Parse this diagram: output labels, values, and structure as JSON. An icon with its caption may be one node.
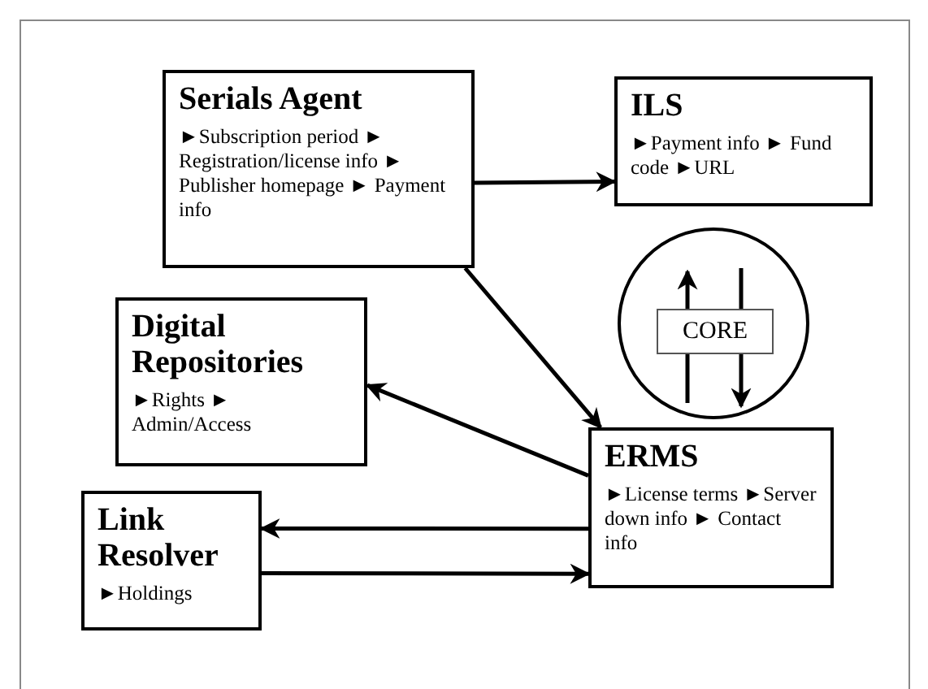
{
  "diagram": {
    "nodes": [
      {
        "text": [
          "Serials Agent",
          "►Subscription period ► Registration/license info ► Publisher homepage ► Payment info"
        ]
      },
      {
        "text": [
          "ILS",
          "►Payment info ► Fund code ►URL"
        ]
      },
      {
        "text": [],
        "shape": "circle"
      },
      {
        "text": [
          "CORE"
        ],
        "in": 2
      },
      {
        "text": [
          "Digital Repositories",
          "►Rights ► Admin/Access"
        ]
      },
      {
        "text": [
          "ERMS",
          "►License terms ►Server down info ► Contact info"
        ]
      },
      {
        "text": [
          "Link Resolver",
          "►Holdings"
        ]
      }
    ],
    "edges": [
      {
        "from": 0,
        "to": 1,
        "arrow": "to"
      },
      {
        "from": 0,
        "to": 5,
        "arrow": "to"
      },
      {
        "from": 5,
        "to": 4,
        "arrow": "to"
      },
      {
        "from": 5,
        "to": 6,
        "arrow": "to"
      },
      {
        "from": 6,
        "to": 5,
        "arrow": "to"
      }
    ]
  }
}
